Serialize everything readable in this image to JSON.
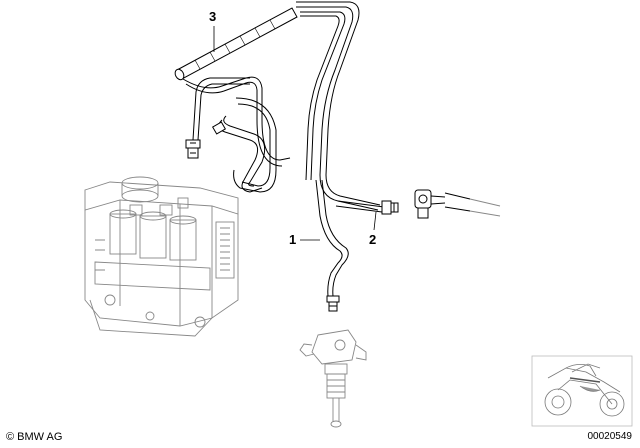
{
  "callouts": {
    "label_3": "3",
    "label_1": "1",
    "label_2": "2"
  },
  "footer": {
    "copyright": "© BMW AG",
    "diagram_number": "00020549"
  },
  "colors": {
    "line": "#000000",
    "ghost": "#888888",
    "background": "#ffffff"
  }
}
